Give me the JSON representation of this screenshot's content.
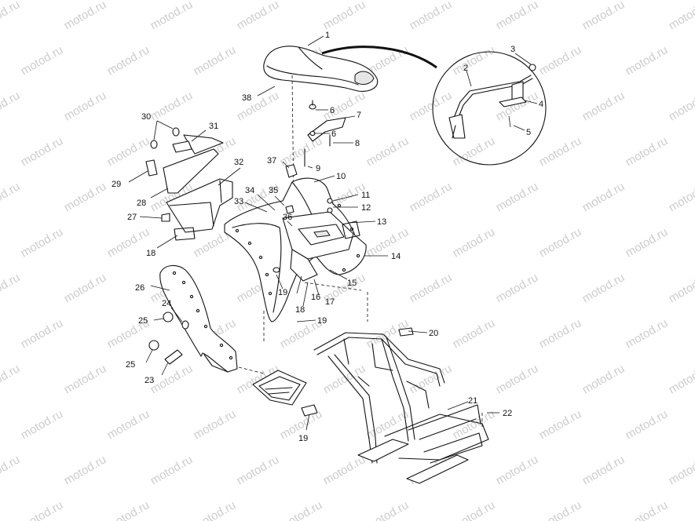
{
  "watermark": "motod.ru",
  "colors": {
    "line": "#111111",
    "watermark": "#cdcdcd",
    "background": "#ffffff"
  },
  "callouts": {
    "c1": "1",
    "c2": "2",
    "c3": "3",
    "c4": "4",
    "c5": "5",
    "c6a": "6",
    "c6b": "6",
    "c7": "7",
    "c8": "8",
    "c9": "9",
    "c10": "10",
    "c11": "11",
    "c12": "12",
    "c13": "13",
    "c14": "14",
    "c15": "15",
    "c16": "16",
    "c17": "17",
    "c18a": "18",
    "c18b": "18",
    "c19a": "19",
    "c19b": "19",
    "c19c": "19",
    "c20": "20",
    "c21": "21",
    "c22": "22",
    "c23": "23",
    "c24": "24",
    "c25a": "25",
    "c25b": "25",
    "c26": "26",
    "c27": "27",
    "c28": "28",
    "c29": "29",
    "c30": "30",
    "c31": "31",
    "c32": "32",
    "c33": "33",
    "c34": "34",
    "c35": "35",
    "c36": "36",
    "c37": "37",
    "c38": "38"
  }
}
